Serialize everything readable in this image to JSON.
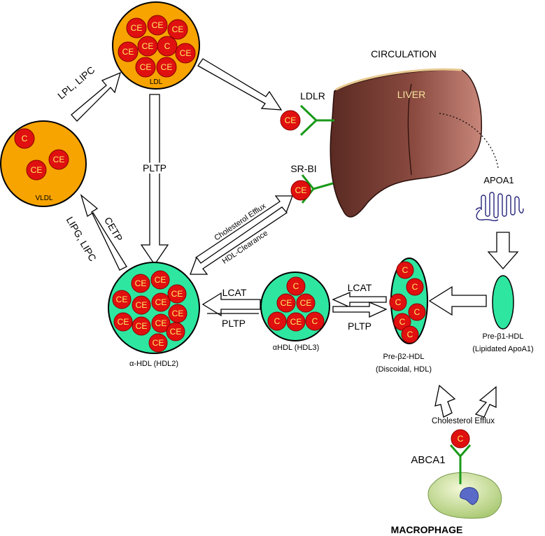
{
  "title": "CIRCULATION",
  "organ": {
    "name": "LIVER"
  },
  "apolipoprotein": {
    "name": "APOA1"
  },
  "cell": {
    "name": "MACROPHAGE",
    "transporter": "ABCA1",
    "efflux_label": "Cholesterol Efflux"
  },
  "particles": {
    "vldl": {
      "label": "VLDL"
    },
    "ldl": {
      "label": "LDL"
    },
    "hdl2": {
      "label": "α-HDL (HDL2)"
    },
    "hdl3": {
      "label": "αHDL (HDL3)"
    },
    "pre_b2": {
      "label_line1": "Pre-β2-HDL",
      "label_line2": "(Discoidal, HDL)"
    },
    "pre_b1": {
      "label_line1": "Pre-β1-HDL",
      "label_line2": "(Lipidated ApoA1)"
    }
  },
  "receptors": {
    "ldlr": "LDLR",
    "srbi": "SR-BI"
  },
  "lipid_tokens": {
    "cholesterol": "C",
    "cholesteryl_ester": "CE"
  },
  "enzymes": {
    "lpl_lipc": "LPL, LIPC",
    "cetp": "CETP",
    "lipg_lipc": "LIPG, LIPC",
    "pltp_vertical": "PLTP",
    "lcat_left": "LCAT",
    "pltp_left": "PLTP",
    "lcat_right": "LCAT",
    "pltp_right": "PLTP"
  },
  "flows": {
    "cholesterol_efflux": "Cholesterol Efflux",
    "hdl_clearance": "HDL-Clearance"
  },
  "colors": {
    "vldl_ldl_fill": "#f7a300",
    "hdl_fill": "#2ee6a0",
    "lipid_red": "#e01010",
    "receptor_green": "#1a9a1a",
    "liver_dark": "#6b2f26",
    "liver_light": "#c08076",
    "apoa1_blue": "#23237a"
  }
}
